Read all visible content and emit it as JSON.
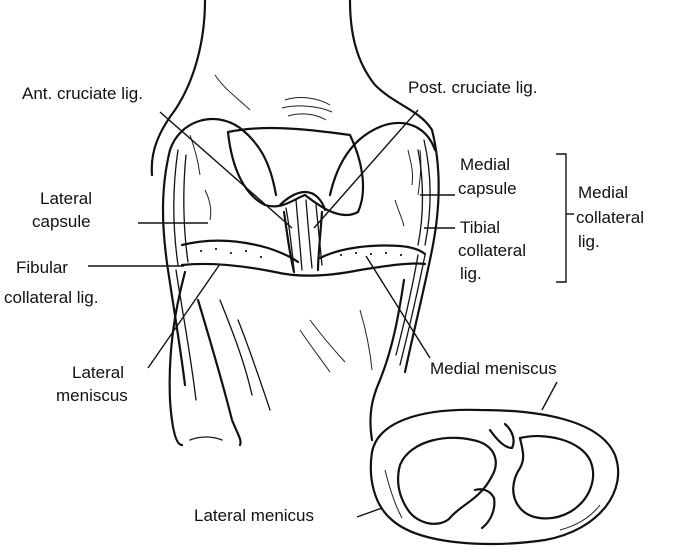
{
  "labels": {
    "ant_cruciate": "Ant. cruciate lig.",
    "post_cruciate": "Post. cruciate lig.",
    "lateral_capsule_1": "Lateral",
    "lateral_capsule_2": "capsule",
    "fibular_collateral_1": "Fibular",
    "fibular_collateral_2": "collateral lig.",
    "medial_capsule_1": "Medial",
    "medial_capsule_2": "capsule",
    "tibial_collateral_1": "Tibial",
    "tibial_collateral_2": "collateral",
    "tibial_collateral_3": "lig.",
    "medial_collateral_1": "Medial",
    "medial_collateral_2": "collateral",
    "medial_collateral_3": "lig.",
    "lateral_meniscus_1": "Lateral",
    "lateral_meniscus_2": "meniscus",
    "medial_meniscus": "Medial meniscus",
    "lateral_menicus": "Lateral menicus"
  }
}
